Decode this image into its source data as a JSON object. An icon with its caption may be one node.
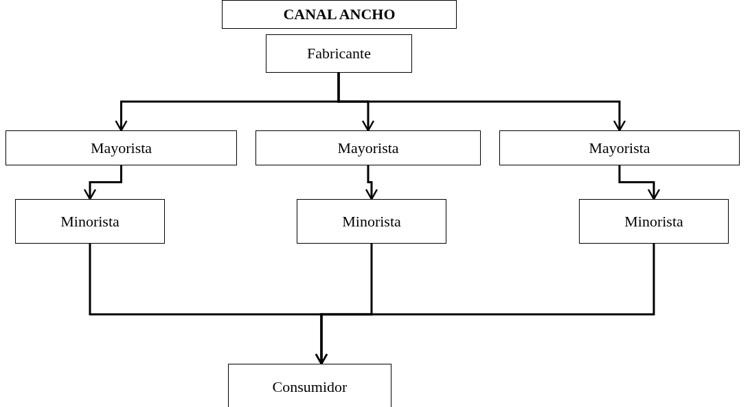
{
  "diagram": {
    "nodes": [
      {
        "text": [
          "CANAL ANCHO"
        ]
      },
      {
        "text": [
          "Fabricante"
        ]
      },
      {
        "text": [
          "Mayorista"
        ]
      },
      {
        "text": [
          "Mayorista"
        ]
      },
      {
        "text": [
          "Mayorista"
        ]
      },
      {
        "text": [
          "Minorista"
        ]
      },
      {
        "text": [
          "Minorista"
        ]
      },
      {
        "text": [
          "Minorista"
        ]
      },
      {
        "text": [
          "Consumidor"
        ]
      }
    ],
    "edges": [
      {
        "from": 1,
        "to": 2,
        "arrow": "to"
      },
      {
        "from": 1,
        "to": 3,
        "arrow": "to"
      },
      {
        "from": 1,
        "to": 4,
        "arrow": "to"
      },
      {
        "from": 2,
        "to": 5,
        "arrow": "to"
      },
      {
        "from": 3,
        "to": 6,
        "arrow": "to"
      },
      {
        "from": 4,
        "to": 7,
        "arrow": "to"
      },
      {
        "from": 5,
        "to": 8,
        "arrow": "to"
      },
      {
        "from": 6,
        "to": 8,
        "arrow": "to"
      },
      {
        "from": 7,
        "to": 8,
        "arrow": "to"
      }
    ]
  }
}
